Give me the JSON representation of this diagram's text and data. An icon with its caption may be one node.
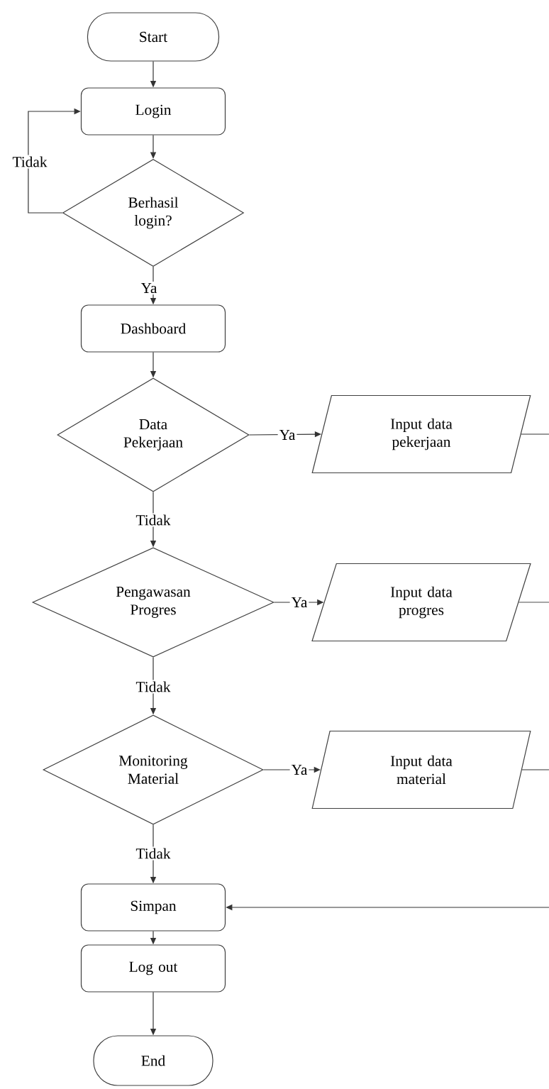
{
  "diagram": {
    "nodes": [
      {
        "text": [
          "Start"
        ]
      },
      {
        "text": [
          "Login"
        ]
      },
      {
        "text": [
          "Berhasil login?"
        ]
      },
      {
        "text": [
          "Dashboard"
        ]
      },
      {
        "text": [
          "Data Pekerjaan"
        ]
      },
      {
        "text": [
          "Input data pekerjaan"
        ]
      },
      {
        "text": [
          "Pengawasan Progres"
        ]
      },
      {
        "text": [
          "Input data progres"
        ]
      },
      {
        "text": [
          "Monitoring Material"
        ]
      },
      {
        "text": [
          "Input data material"
        ]
      },
      {
        "text": [
          "Simpan"
        ]
      },
      {
        "text": [
          "Log out"
        ]
      },
      {
        "text": [
          "End"
        ]
      }
    ],
    "edges": [
      {
        "from": 0,
        "to": 1,
        "arrow": "to"
      },
      {
        "from": 1,
        "to": 2,
        "arrow": "to"
      },
      {
        "from": 2,
        "to": 1,
        "arrow": "to",
        "label": "Tidak"
      },
      {
        "from": 2,
        "to": 3,
        "arrow": "to",
        "label": "Ya"
      },
      {
        "from": 3,
        "to": 4,
        "arrow": "to"
      },
      {
        "from": 4,
        "to": 5,
        "arrow": "to",
        "label": "Ya"
      },
      {
        "from": 4,
        "to": 6,
        "arrow": "to",
        "label": "Tidak"
      },
      {
        "from": 6,
        "to": 7,
        "arrow": "to",
        "label": "Ya"
      },
      {
        "from": 6,
        "to": 8,
        "arrow": "to",
        "label": "Tidak"
      },
      {
        "from": 8,
        "to": 9,
        "arrow": "to",
        "label": "Ya"
      },
      {
        "from": 8,
        "to": 10,
        "arrow": "to",
        "label": "Tidak"
      },
      {
        "from": 5,
        "to": null,
        "arrow": "none"
      },
      {
        "from": 7,
        "to": null,
        "arrow": "none"
      },
      {
        "from": 9,
        "to": null,
        "arrow": "none"
      },
      {
        "from": null,
        "to": 10,
        "arrow": "to"
      },
      {
        "from": 10,
        "to": 11,
        "arrow": "to"
      },
      {
        "from": 11,
        "to": 12,
        "arrow": "to"
      }
    ]
  }
}
